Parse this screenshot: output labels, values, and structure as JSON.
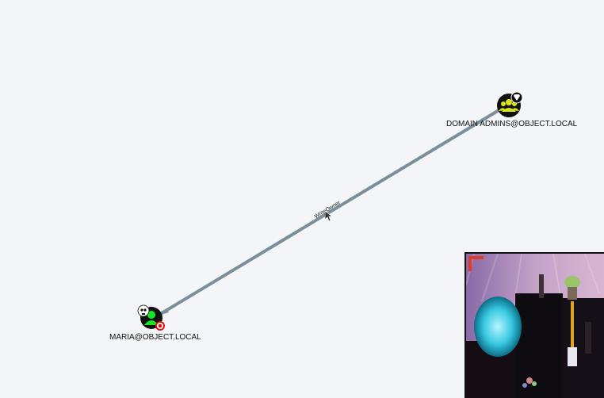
{
  "graph": {
    "edge": {
      "label": "WriteOwner",
      "color": "#7a8f99"
    },
    "nodes": {
      "source": {
        "label": "MARIA@OBJECT.LOCAL",
        "type": "user",
        "icon": "user-icon",
        "badges": [
          "skull-icon",
          "target-icon"
        ],
        "color": "#17e625"
      },
      "target": {
        "label": "DOMAIN ADMINS@OBJECT.LOCAL",
        "type": "group",
        "icon": "group-icon",
        "badges": [
          "gem-icon"
        ],
        "color": "#dbe617"
      }
    }
  },
  "overlay": {
    "webcam": "webcam-feed"
  }
}
